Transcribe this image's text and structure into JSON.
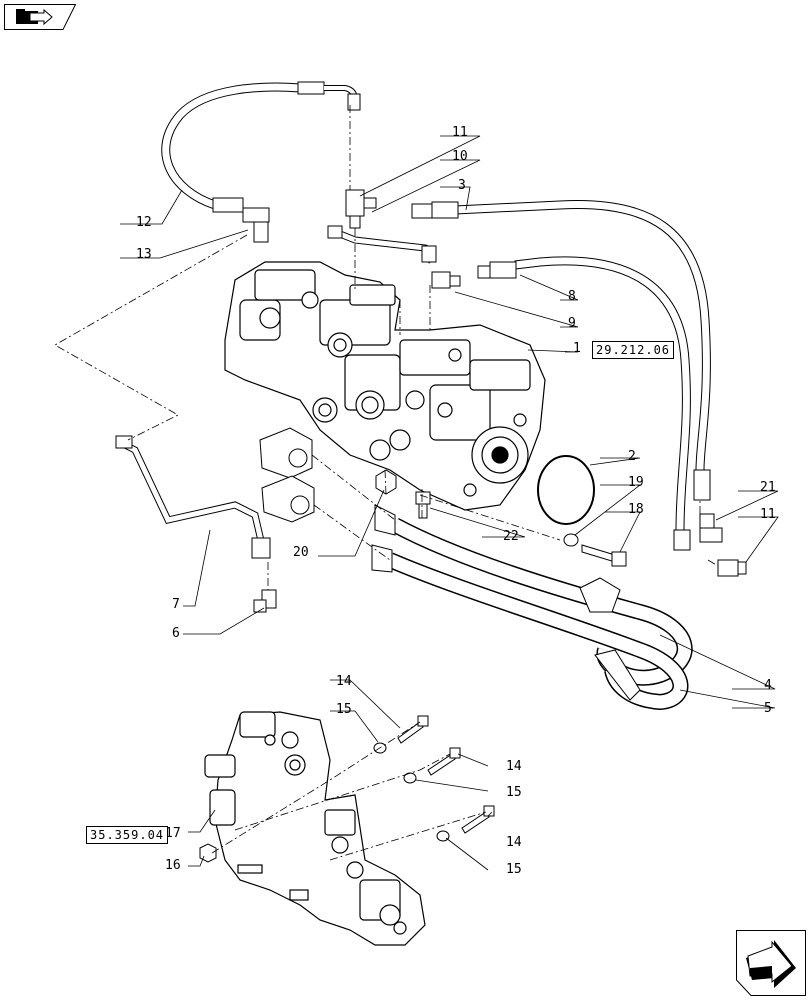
{
  "callouts": {
    "c1": "1",
    "c2": "2",
    "c3": "3",
    "c4": "4",
    "c5": "5",
    "c6": "6",
    "c7": "7",
    "c8": "8",
    "c9": "9",
    "c10": "10",
    "c11a": "11",
    "c11b": "11",
    "c12": "12",
    "c13": "13",
    "c14a": "14",
    "c14b": "14",
    "c14c": "14",
    "c15a": "15",
    "c15b": "15",
    "c15c": "15",
    "c16": "16",
    "c17": "17",
    "c18": "18",
    "c19": "19",
    "c20": "20",
    "c21": "21",
    "c22": "22"
  },
  "references": {
    "pump_ref": "29.212.06",
    "valve_ref": "35.359.04"
  },
  "icons": {
    "top_nav": "folder-arrow-icon",
    "bottom_nav": "next-page-arrow-icon"
  }
}
